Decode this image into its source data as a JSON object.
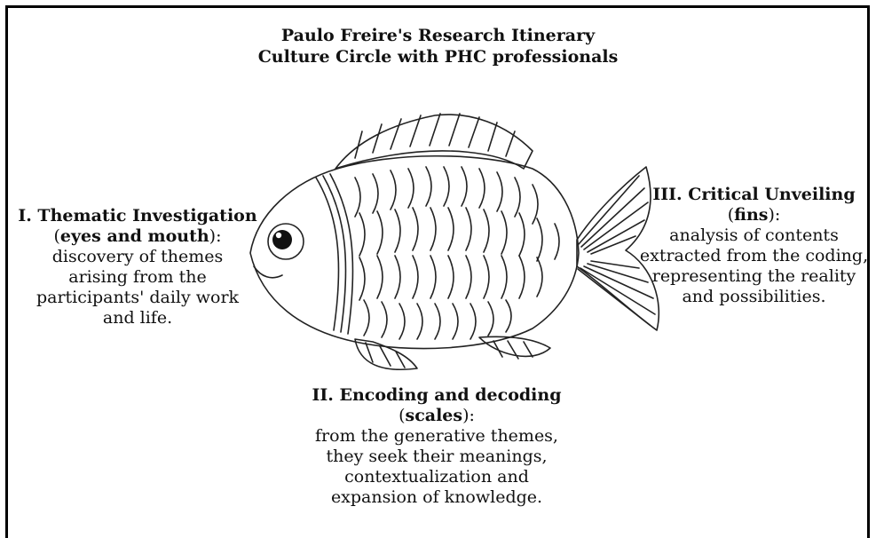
{
  "title": {
    "line1": "Paulo Freire's Research Itinerary",
    "line2": "Culture Circle with PHC professionals"
  },
  "stages": {
    "thematic": {
      "heading": "I. Thematic Investigation",
      "part": "eyes and mouth",
      "lines": [
        "discovery of themes",
        "arising from the",
        "participants' daily work",
        "and life."
      ]
    },
    "encoding": {
      "heading": "II. Encoding and decoding",
      "part": "scales",
      "lines": [
        "from the generative themes,",
        "they seek their meanings,",
        "contextualization and",
        "expansion of knowledge."
      ]
    },
    "unveiling": {
      "heading": "III. Critical Unveiling",
      "part": "fins",
      "lines": [
        "analysis of contents",
        "extracted from the coding,",
        "representing the reality",
        "and possibilities."
      ]
    }
  }
}
